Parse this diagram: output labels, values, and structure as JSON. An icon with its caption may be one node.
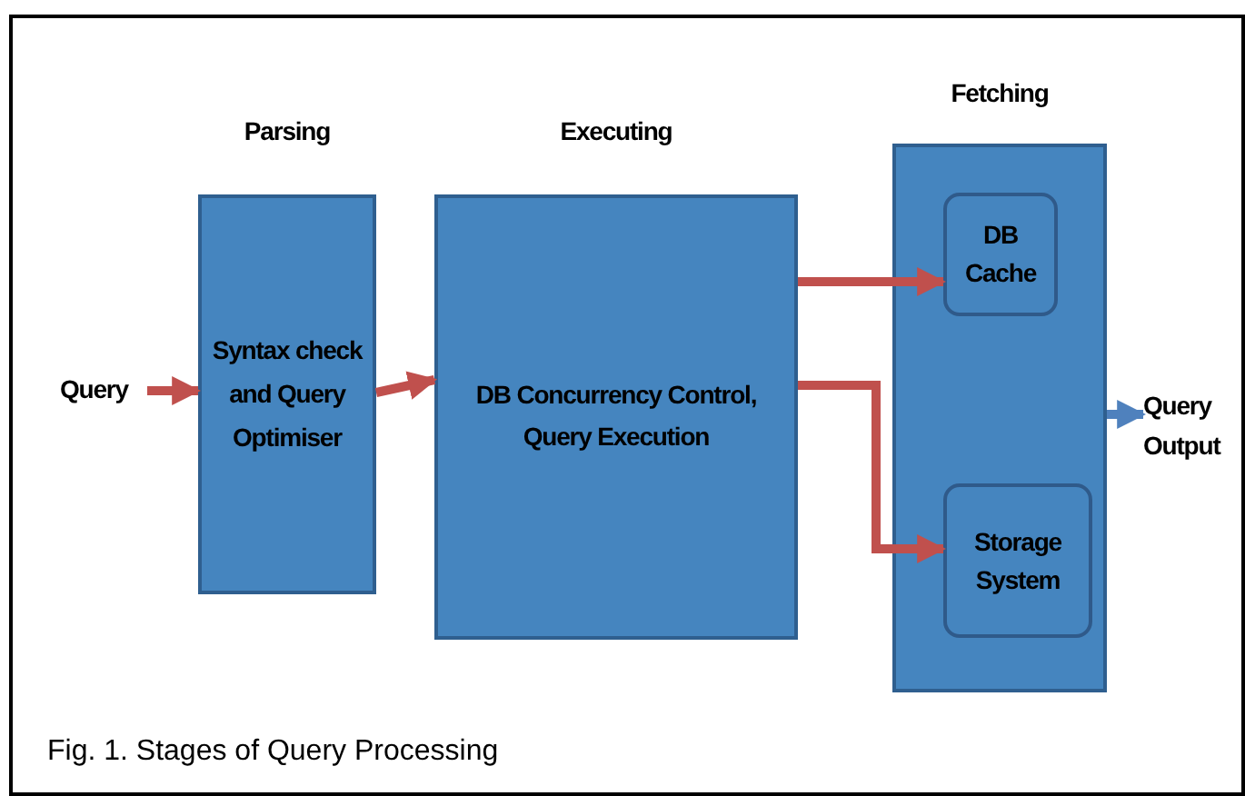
{
  "diagram": {
    "caption": "Fig. 1. Stages of Query Processing",
    "nodes": [
      {
        "text": [
          "Query"
        ]
      },
      {
        "text": [
          "Parsing",
          "Syntax check and Query Optimiser"
        ]
      },
      {
        "text": [
          "Executing",
          "DB Concurrency Control, Query Execution"
        ]
      },
      {
        "text": [
          "Fetching"
        ]
      },
      {
        "text": [
          "DB Cache"
        ],
        "in": 3
      },
      {
        "text": [
          "Storage System"
        ],
        "in": 3
      },
      {
        "text": [
          "Query Output"
        ]
      }
    ],
    "edges": [
      {
        "from": 0,
        "to": 1,
        "arrow": "to"
      },
      {
        "from": 1,
        "to": 2,
        "arrow": "to"
      },
      {
        "from": 2,
        "to": 4,
        "arrow": "to"
      },
      {
        "from": 2,
        "to": 5,
        "arrow": "to"
      },
      {
        "from": 3,
        "to": 6,
        "arrow": "to",
        "color": "#4f81bd"
      }
    ]
  }
}
